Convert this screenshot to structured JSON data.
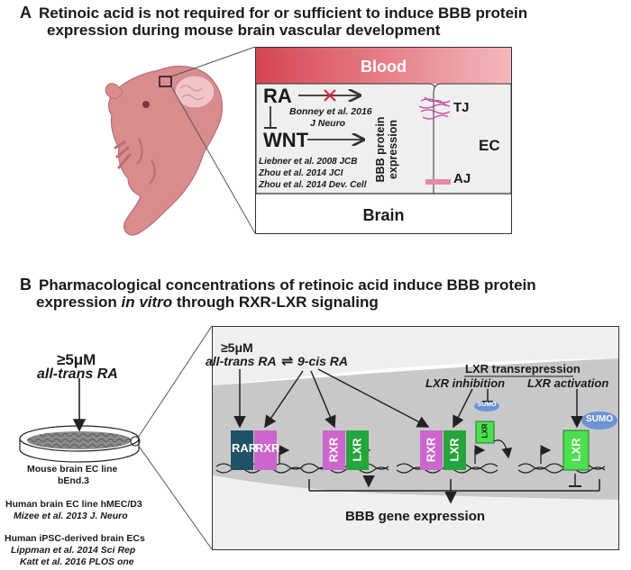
{
  "panel_a": {
    "letter": "A",
    "title_line1": "Retinoic acid is not required for or sufficient to induce BBB protein",
    "title_line2": "expression during mouse brain vascular development",
    "blood_label": "Blood",
    "ra_label": "RA",
    "wnt_label": "WNT",
    "bonney_line1": "Bonney et al. 2016",
    "bonney_line2": "J Neuro",
    "bbb_line1": "BBB protein",
    "bbb_line2": "expression",
    "refs": [
      "Liebner et al. 2008 JCB",
      "Zhou et al. 2014 JCI",
      "Zhou et al. 2014 Dev. Cell"
    ],
    "tj_label": "TJ",
    "aj_label": "AJ",
    "ec_label": "EC",
    "brain_label": "Brain"
  },
  "panel_b": {
    "letter": "B",
    "title_line1": "Pharmacological concentrations of retinoic acid induce BBB protein",
    "title_line2_pre": "expression ",
    "title_line2_ital": "in vitro",
    "title_line2_post": " through RXR-LXR signaling",
    "dish_conc": "≥5μM",
    "dish_compound": "all-trans RA",
    "dish_cell_line1": "Mouse brain EC line",
    "dish_cell_line2": "bEnd.3",
    "human_line1": "Human brain EC line hMEC/D3",
    "human_line2": "Mizee et al. 2013 J. Neuro",
    "ipsc_line1": "Human iPSC-derived brain ECs",
    "ipsc_line2": "Lippman et al. 2014 Sci Rep",
    "ipsc_line3": "Katt et al. 2016 PLOS one",
    "zoom_conc": "≥5μM",
    "zoom_atra": "all-trans RA",
    "equilibrium": "⇌",
    "nine_cis": "9-cis RA",
    "lxr_transrepression": "LXR transrepression",
    "lxr_inhibition": "LXR inhibition",
    "lxr_activation": "LXR activation",
    "rar": "RAR",
    "rxr": "RXR",
    "lxr": "LXR",
    "sumo": "SUMO",
    "gene_expression": "BBB gene expression"
  },
  "colors": {
    "blood_dark": "#d64553",
    "blood_light": "#f4b8bd",
    "cell_gray": "#efefef",
    "mouse": "#d98c8e",
    "rar": "#1f5266",
    "rxr": "#cc66cc",
    "lxr": "#25a53c",
    "lxr_light": "#4ce04c",
    "sumo": "#6b93d6",
    "inhibit_x": "#e0262c",
    "tj": "#c04aa6",
    "aj": "#e58aa6",
    "band": "#c8c8c8"
  }
}
